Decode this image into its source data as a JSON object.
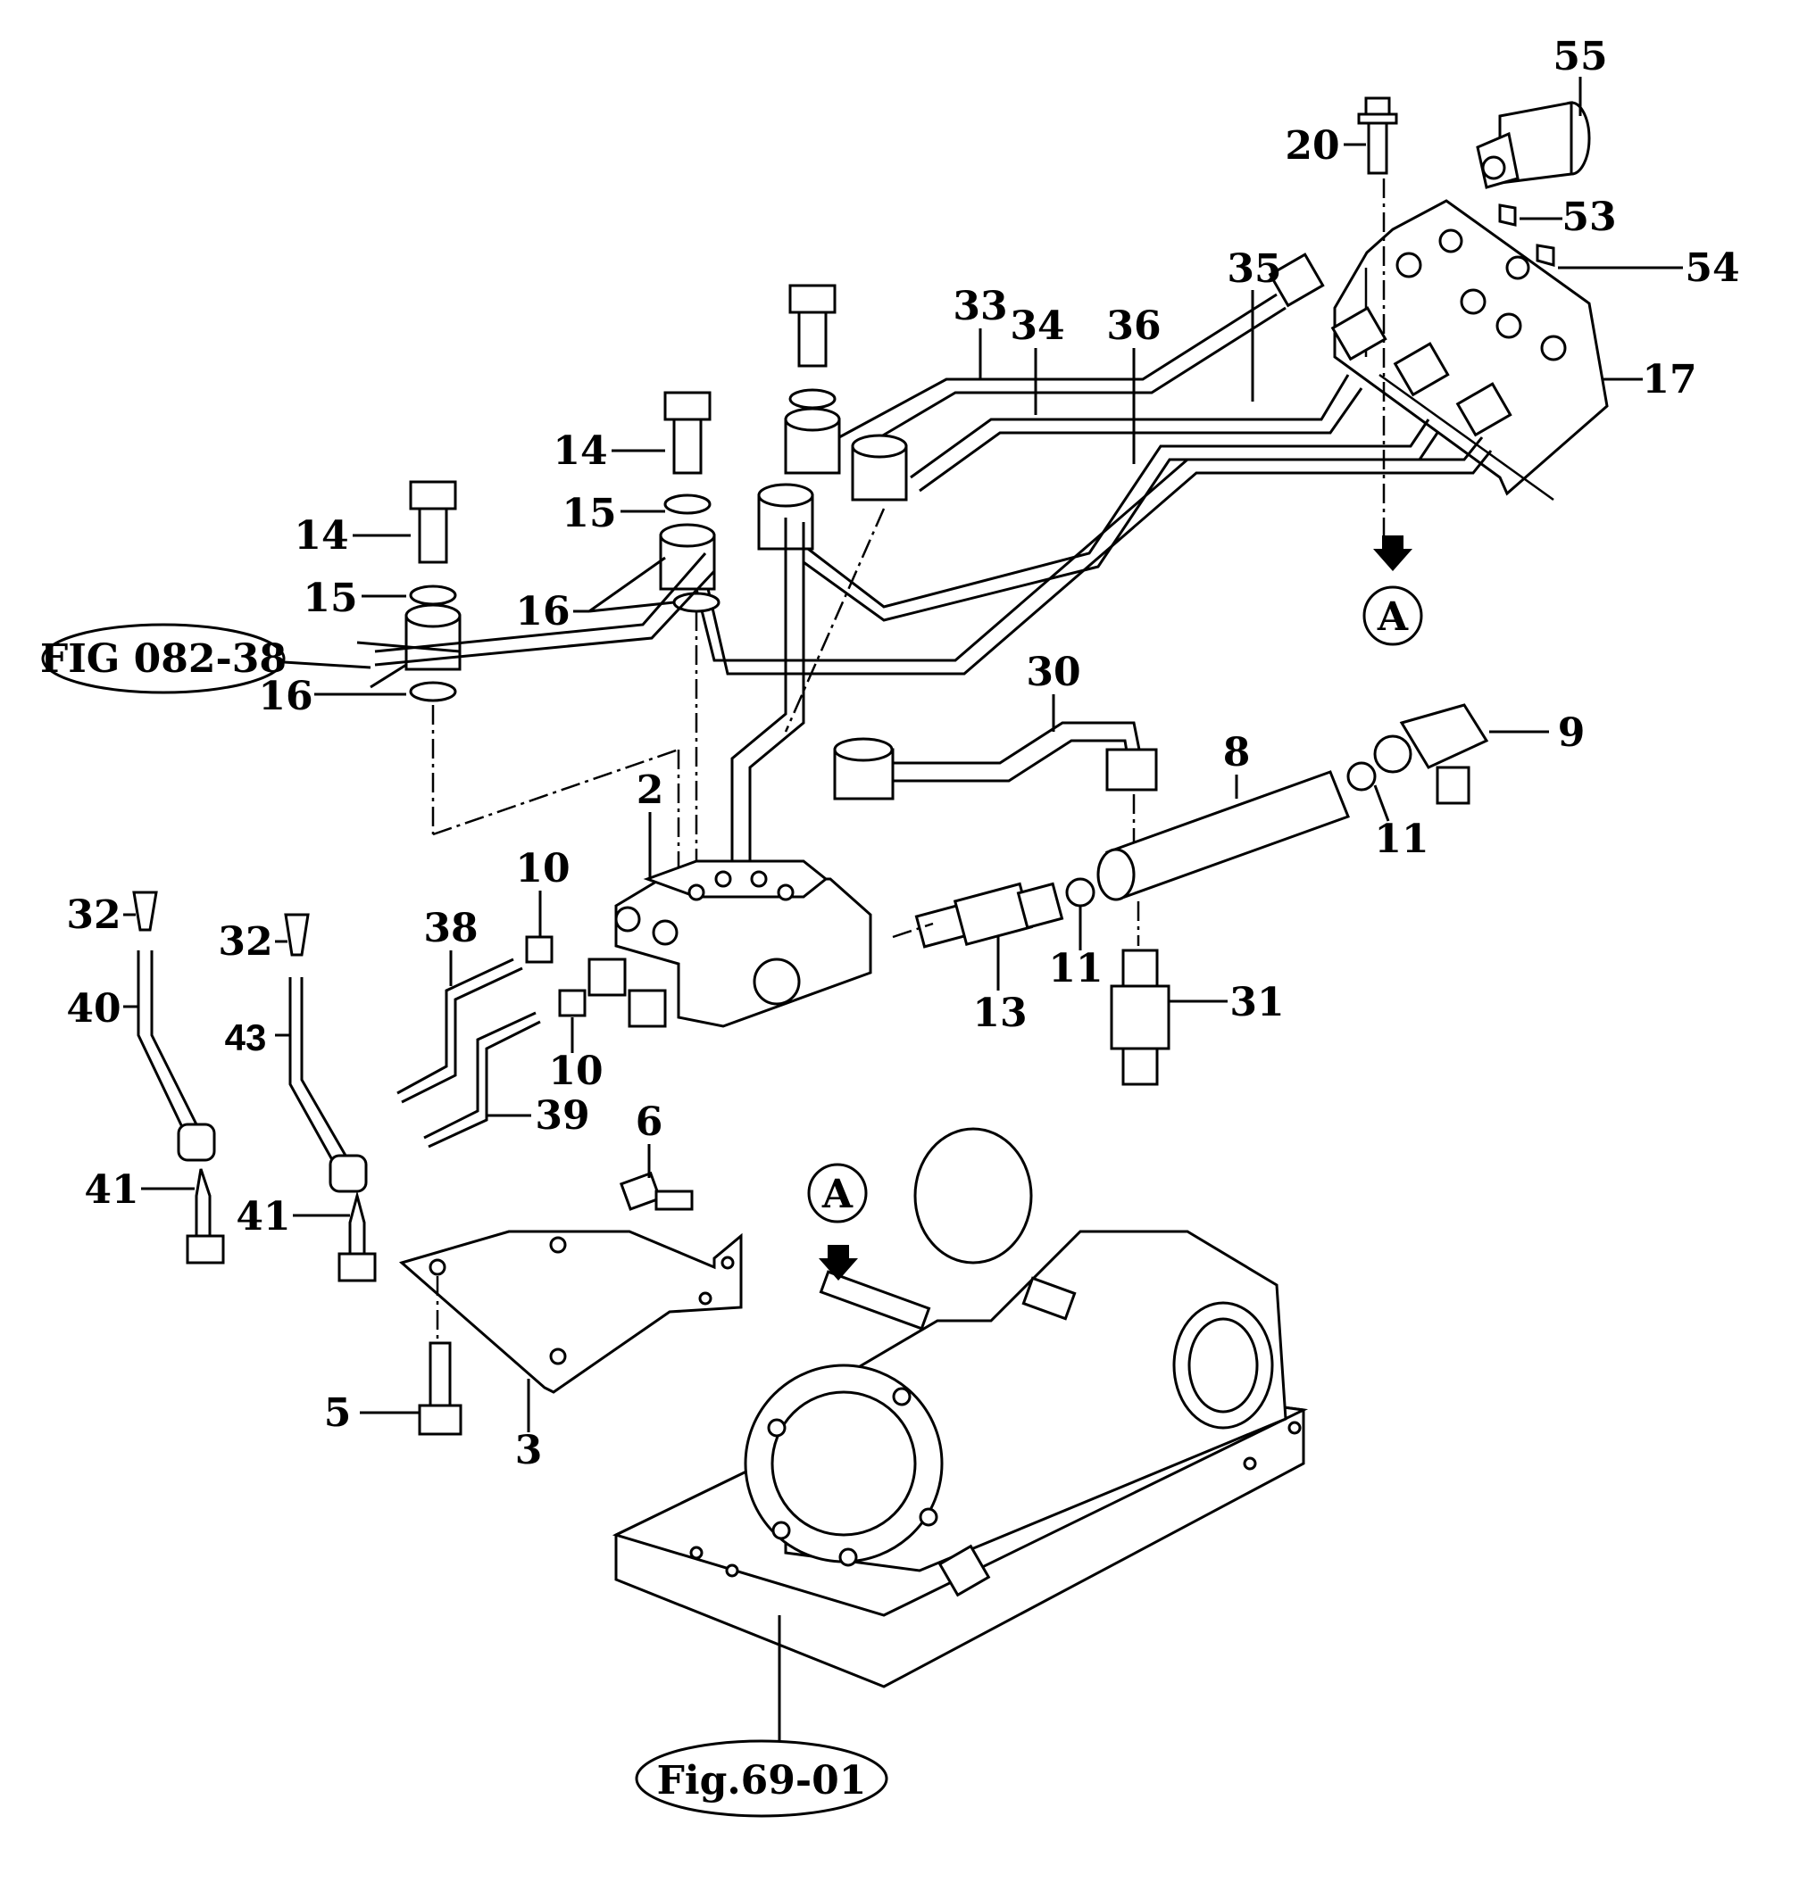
{
  "diagram": {
    "title": "Hydraulic control valve and piping assembly (exploded parts view)",
    "references": {
      "fig_082_38": "FIG 082-38",
      "fig_69_01": "Fig.69-01",
      "view_marker": "A"
    },
    "callouts": {
      "c55": "55",
      "c20": "20",
      "c53": "53",
      "c54": "54",
      "c35": "35",
      "c33": "33",
      "c34": "34",
      "c36": "36",
      "c17": "17",
      "c14a": "14",
      "c15a": "15",
      "c16a": "16",
      "c14b": "14",
      "c15b": "15",
      "c16b": "16",
      "c30": "30",
      "c8": "8",
      "c9": "9",
      "c11a": "11",
      "c11b": "11",
      "c2": "2",
      "c10a": "10",
      "c10b": "10",
      "c38": "38",
      "c39": "39",
      "c13": "13",
      "c31": "31",
      "c32a": "32",
      "c32b": "32",
      "c40": "40",
      "c43": "43",
      "c41a": "41",
      "c41b": "41",
      "c6": "6",
      "c5": "5",
      "c3": "3"
    }
  }
}
